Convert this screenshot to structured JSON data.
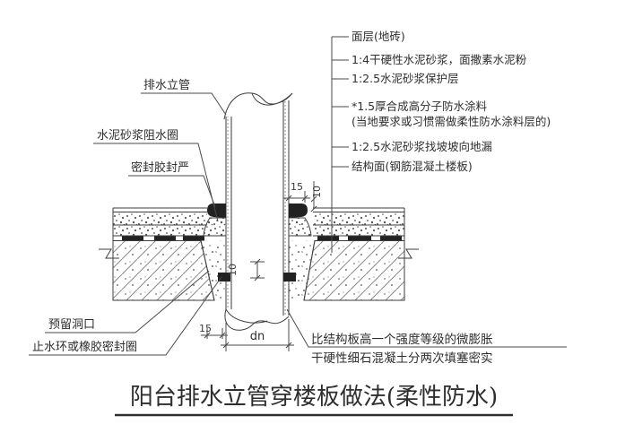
{
  "title": {
    "text": "阳台排水立管穿楼板做法(柔性防水)"
  },
  "callouts_right": [
    {
      "label": "面层(地砖)"
    },
    {
      "label": "1:4干硬性水泥砂浆，面撒素水泥粉"
    },
    {
      "label": "1:2.5水泥砂浆保护层"
    },
    {
      "label": "*1.5厚合成高分子防水涂料",
      "label2": "(当地要求或习惯需做柔性防水涂料层的)"
    },
    {
      "label": "1:2.5水泥砂浆找坡坡向地漏"
    },
    {
      "label": "结构面(钢筋混凝土楼板)"
    }
  ],
  "callouts_left": {
    "drain_pipe": "排水立管",
    "mortar_ring": "水泥砂浆阻水圈",
    "sealant": "密封胶封严",
    "reserved_hole": "预留洞口",
    "water_stop_ring": "止水环或橡胶密封圈"
  },
  "note_bottom": {
    "line1": "比结构板高一个强度等级的微膨胀",
    "line2": "干硬性细石混凝土分两次填塞密实"
  },
  "dimensions": {
    "d15_top": "15",
    "d10_top": "10",
    "d10_mid": "10",
    "d15_bottom": "15",
    "dn": "dn"
  },
  "colors": {
    "line": "#3d3d3d",
    "dark_fill": "#222222",
    "background": "#ffffff"
  }
}
